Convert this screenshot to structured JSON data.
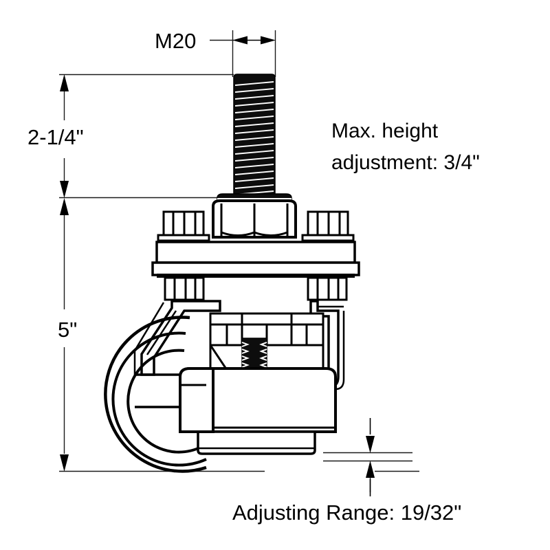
{
  "drawing": {
    "title": "Leveling Caster Technical Drawing",
    "background_color": "#ffffff",
    "line_color": "#000000",
    "fill_color": "#ffffff"
  },
  "dimensions": {
    "thread_size": {
      "label": "M20",
      "type": "horizontal-dimension"
    },
    "stem_height": {
      "label": "2-1/4\"",
      "type": "vertical-dimension"
    },
    "overall_height": {
      "label": "5\"",
      "type": "vertical-dimension"
    },
    "adjusting_range": {
      "label": "Adjusting Range: 19/32\"",
      "type": "vertical-dimension-callout"
    }
  },
  "notes": {
    "max_height_adjustment_line1": "Max. height",
    "max_height_adjustment_line2": "adjustment: 3/4\""
  },
  "components": {
    "threaded_stem": "threaded-stem",
    "hex_nut": "hex-nut",
    "mounting_plate": "mounting-plate",
    "bolt_left": "bolt-left",
    "bolt_right": "bolt-right",
    "wheel": "wheel",
    "yoke_bracket": "yoke-bracket",
    "leveling_foot": "leveling-foot",
    "adjusting_screw": "adjusting-screw",
    "ground_line": "ground-line"
  }
}
